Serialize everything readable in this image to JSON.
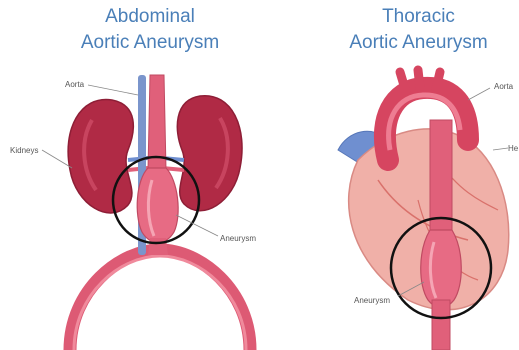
{
  "left": {
    "title_line1": "Abdominal",
    "title_line2": "Aortic Aneurysm",
    "labels": {
      "aorta": "Aorta",
      "kidneys": "Kidneys",
      "aneurysm": "Aneurysm"
    }
  },
  "right": {
    "title_line1": "Thoracic",
    "title_line2": "Aortic Aneurysm",
    "labels": {
      "aorta": "Aorta",
      "heart": "He",
      "aneurysm": "Aneurysm"
    }
  },
  "colors": {
    "title": "#4a7fb8",
    "aorta": "#e0607a",
    "kidney": "#b02a45",
    "heart": "#f0b0a8",
    "vein": "#6f8fd0",
    "circle": "#111111"
  }
}
